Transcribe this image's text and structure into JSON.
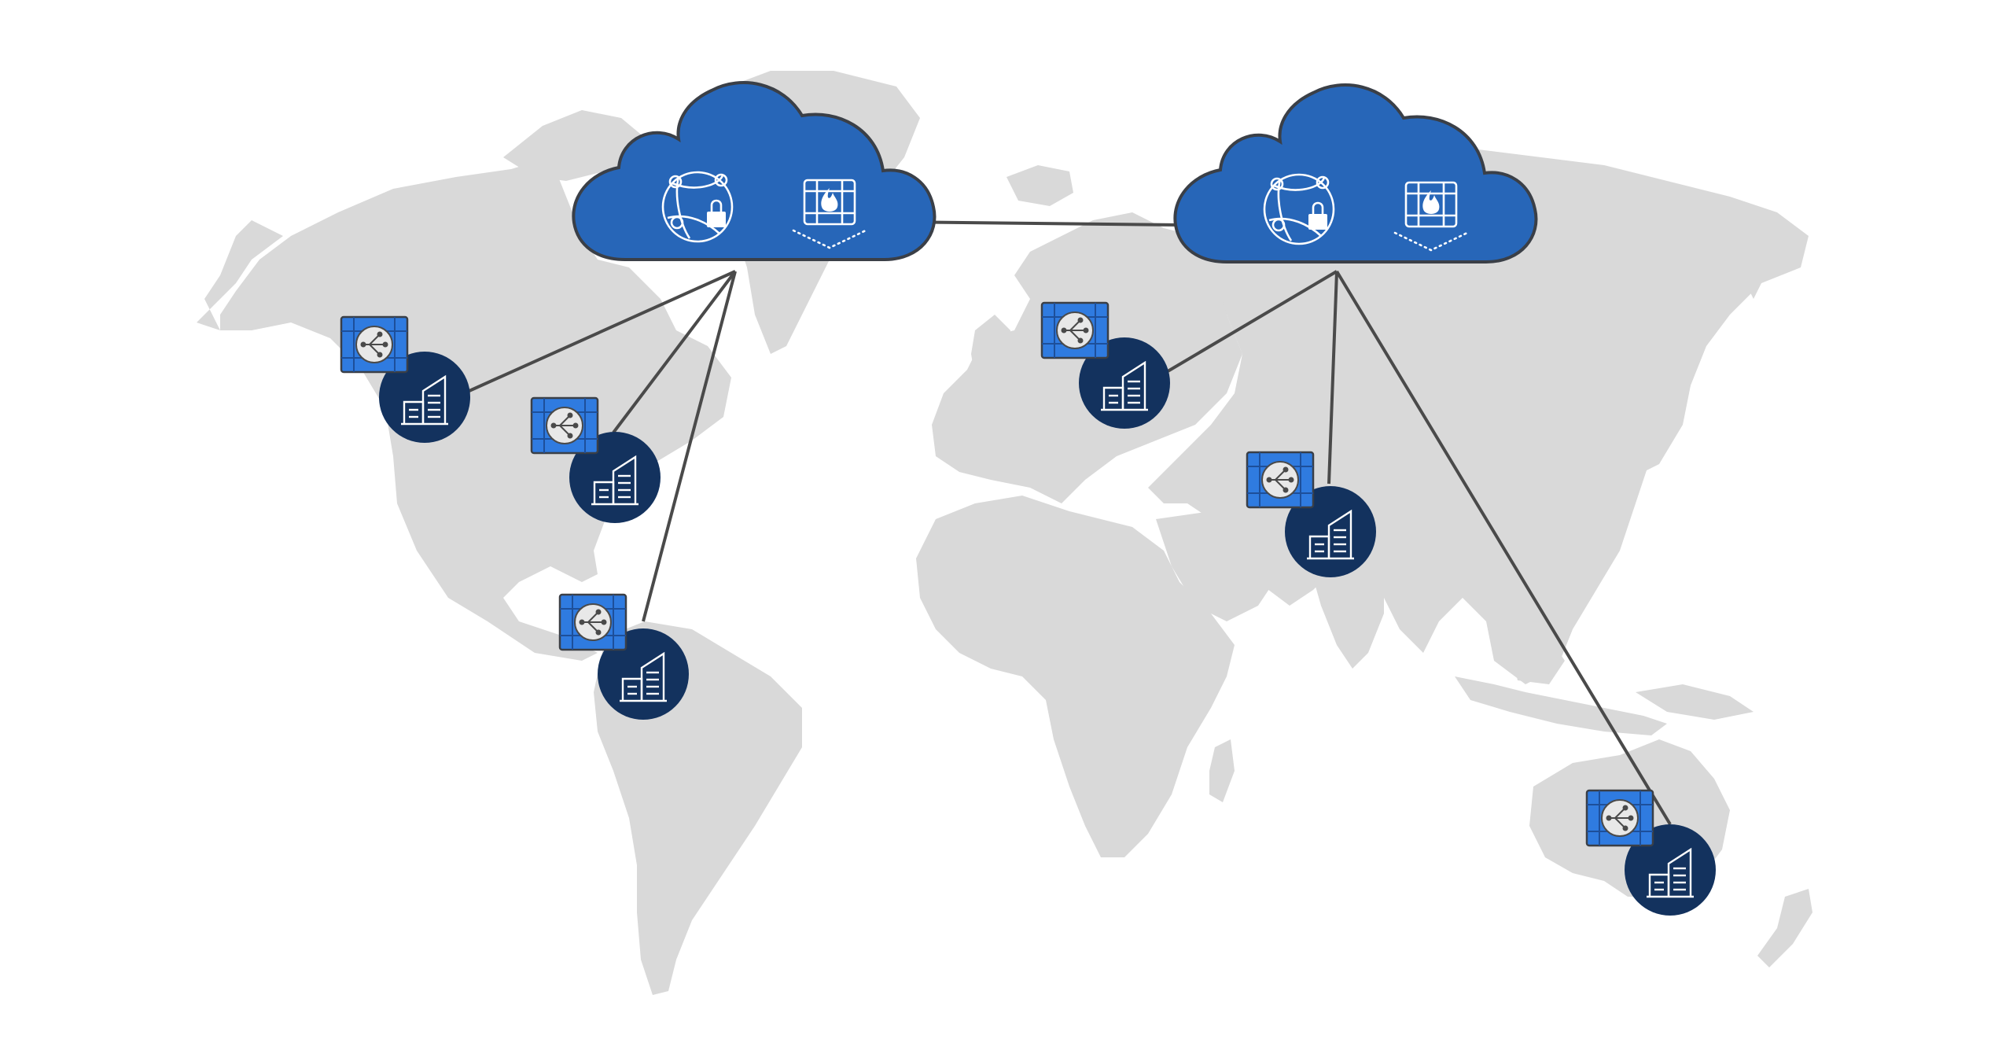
{
  "diagram": {
    "background": "#ffffff",
    "colors": {
      "land": "#d9d9d9",
      "cloud": "#2766b8",
      "gateway_tile": "#2f7be0",
      "site": "#13325e",
      "link": "#4a4a4a"
    },
    "hubs": [
      {
        "id": "hub-west",
        "icons": [
          "globe-network-lock-icon",
          "firewall-icon"
        ]
      },
      {
        "id": "hub-east",
        "icons": [
          "globe-network-lock-icon",
          "firewall-icon"
        ]
      }
    ],
    "sites": [
      {
        "id": "site-northwest-america",
        "hub": "hub-west",
        "icons": [
          "gateway-icon",
          "building-icon"
        ]
      },
      {
        "id": "site-east-america",
        "hub": "hub-west",
        "icons": [
          "gateway-icon",
          "building-icon"
        ]
      },
      {
        "id": "site-south-america",
        "hub": "hub-west",
        "icons": [
          "gateway-icon",
          "building-icon"
        ]
      },
      {
        "id": "site-europe",
        "hub": "hub-east",
        "icons": [
          "gateway-icon",
          "building-icon"
        ]
      },
      {
        "id": "site-middle-east",
        "hub": "hub-east",
        "icons": [
          "gateway-icon",
          "building-icon"
        ]
      },
      {
        "id": "site-australia",
        "hub": "hub-east",
        "icons": [
          "gateway-icon",
          "building-icon"
        ]
      }
    ],
    "links": [
      {
        "from": "hub-west",
        "to": "hub-east"
      },
      {
        "from": "hub-west",
        "to": "site-northwest-america"
      },
      {
        "from": "hub-west",
        "to": "site-east-america"
      },
      {
        "from": "hub-west",
        "to": "site-south-america"
      },
      {
        "from": "hub-east",
        "to": "site-europe"
      },
      {
        "from": "hub-east",
        "to": "site-middle-east"
      },
      {
        "from": "hub-east",
        "to": "site-australia"
      }
    ]
  }
}
